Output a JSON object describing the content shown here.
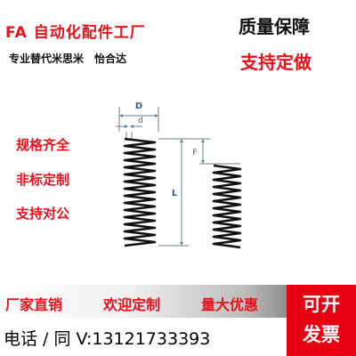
{
  "header": {
    "brand": "FA 自动化配件工厂",
    "subtitle": "专业替代米思米　怡合达",
    "quality": "质量保障",
    "custom_made": "支持定做"
  },
  "features": [
    "规格齐全",
    "非标定制",
    "支持对公"
  ],
  "diagram": {
    "label_D": "D",
    "label_d": "d",
    "label_L": "L",
    "label_F": "F"
  },
  "bottom_band": {
    "items": [
      "厂家直销",
      "欢迎定制",
      "量大优惠"
    ]
  },
  "invoice": {
    "line1": "可开",
    "line2": "发票"
  },
  "contact": {
    "text": "电话 / 同 V:13121733393"
  },
  "colors": {
    "accent_red": "#e8121c",
    "invoice_bg": "#e60012",
    "band_gradient": [
      "#ffffff",
      "#e8e8e8",
      "#9a9a9a"
    ]
  }
}
